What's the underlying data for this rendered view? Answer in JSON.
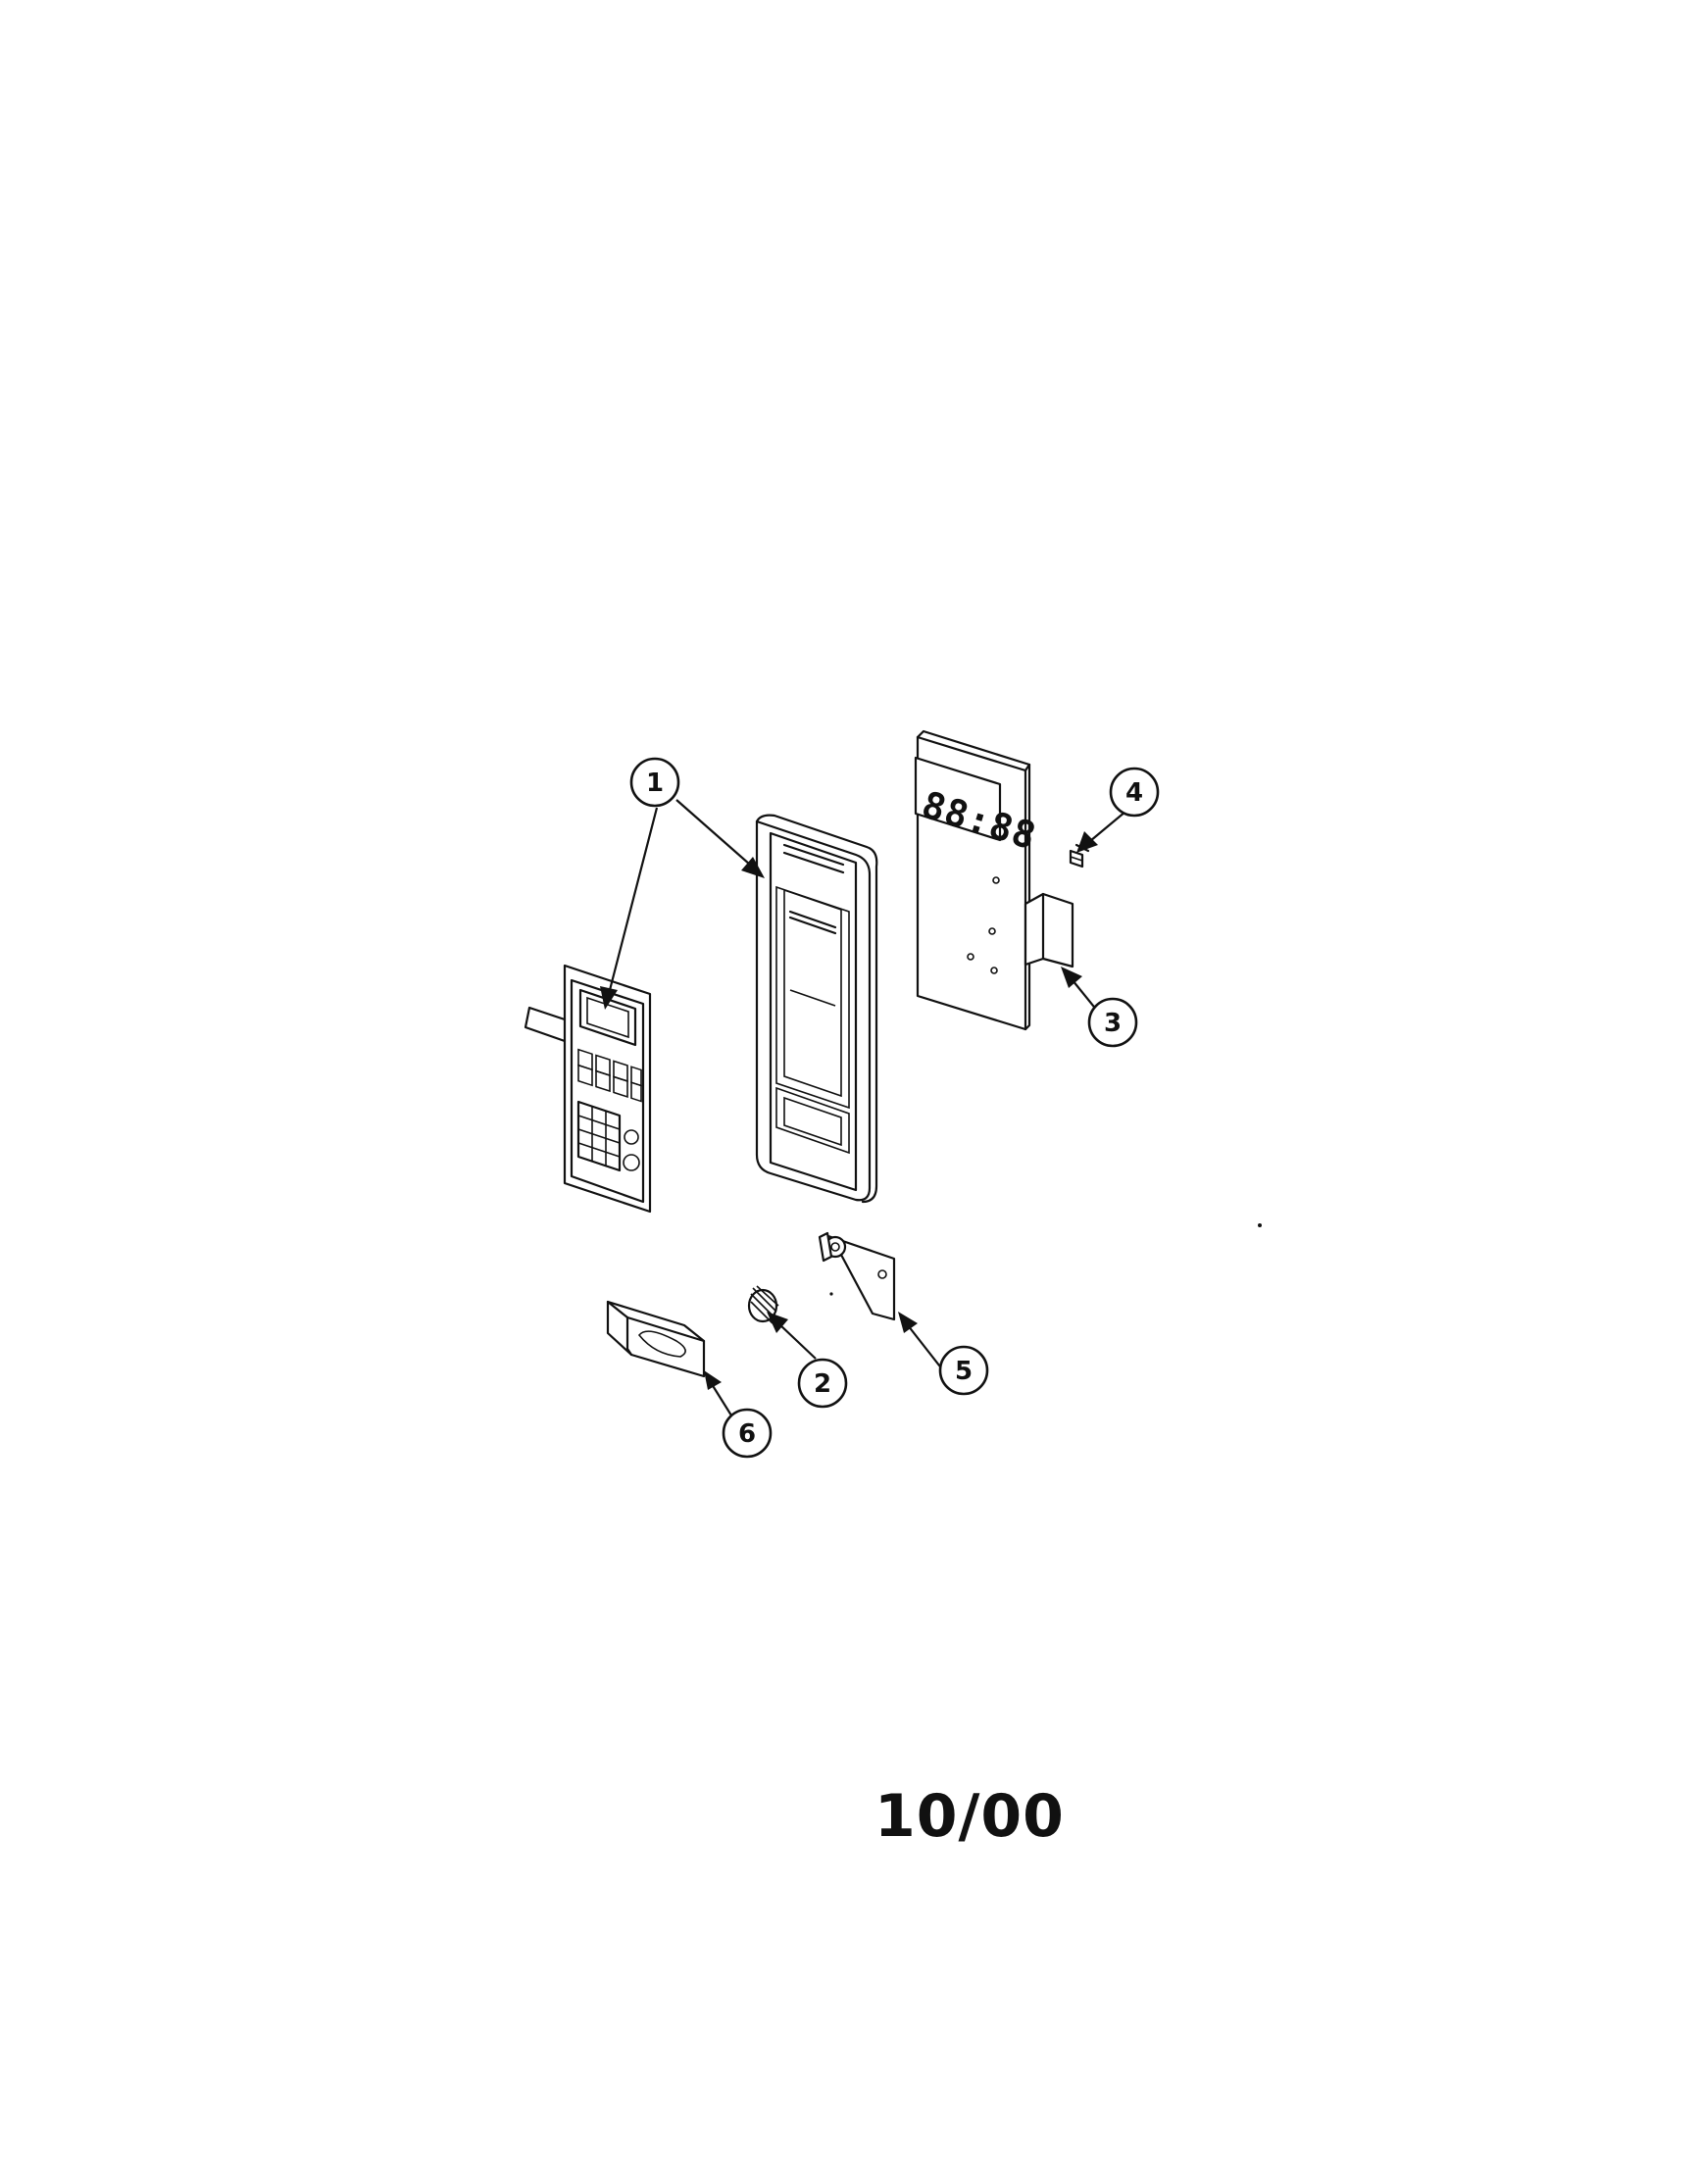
{
  "diagram": {
    "callouts": [
      {
        "id": "1",
        "label": "1"
      },
      {
        "id": "2",
        "label": "2"
      },
      {
        "id": "3",
        "label": "3"
      },
      {
        "id": "4",
        "label": "4"
      },
      {
        "id": "5",
        "label": "5"
      },
      {
        "id": "6",
        "label": "6"
      }
    ],
    "display_digits": "88:88",
    "revision": "10/00"
  }
}
